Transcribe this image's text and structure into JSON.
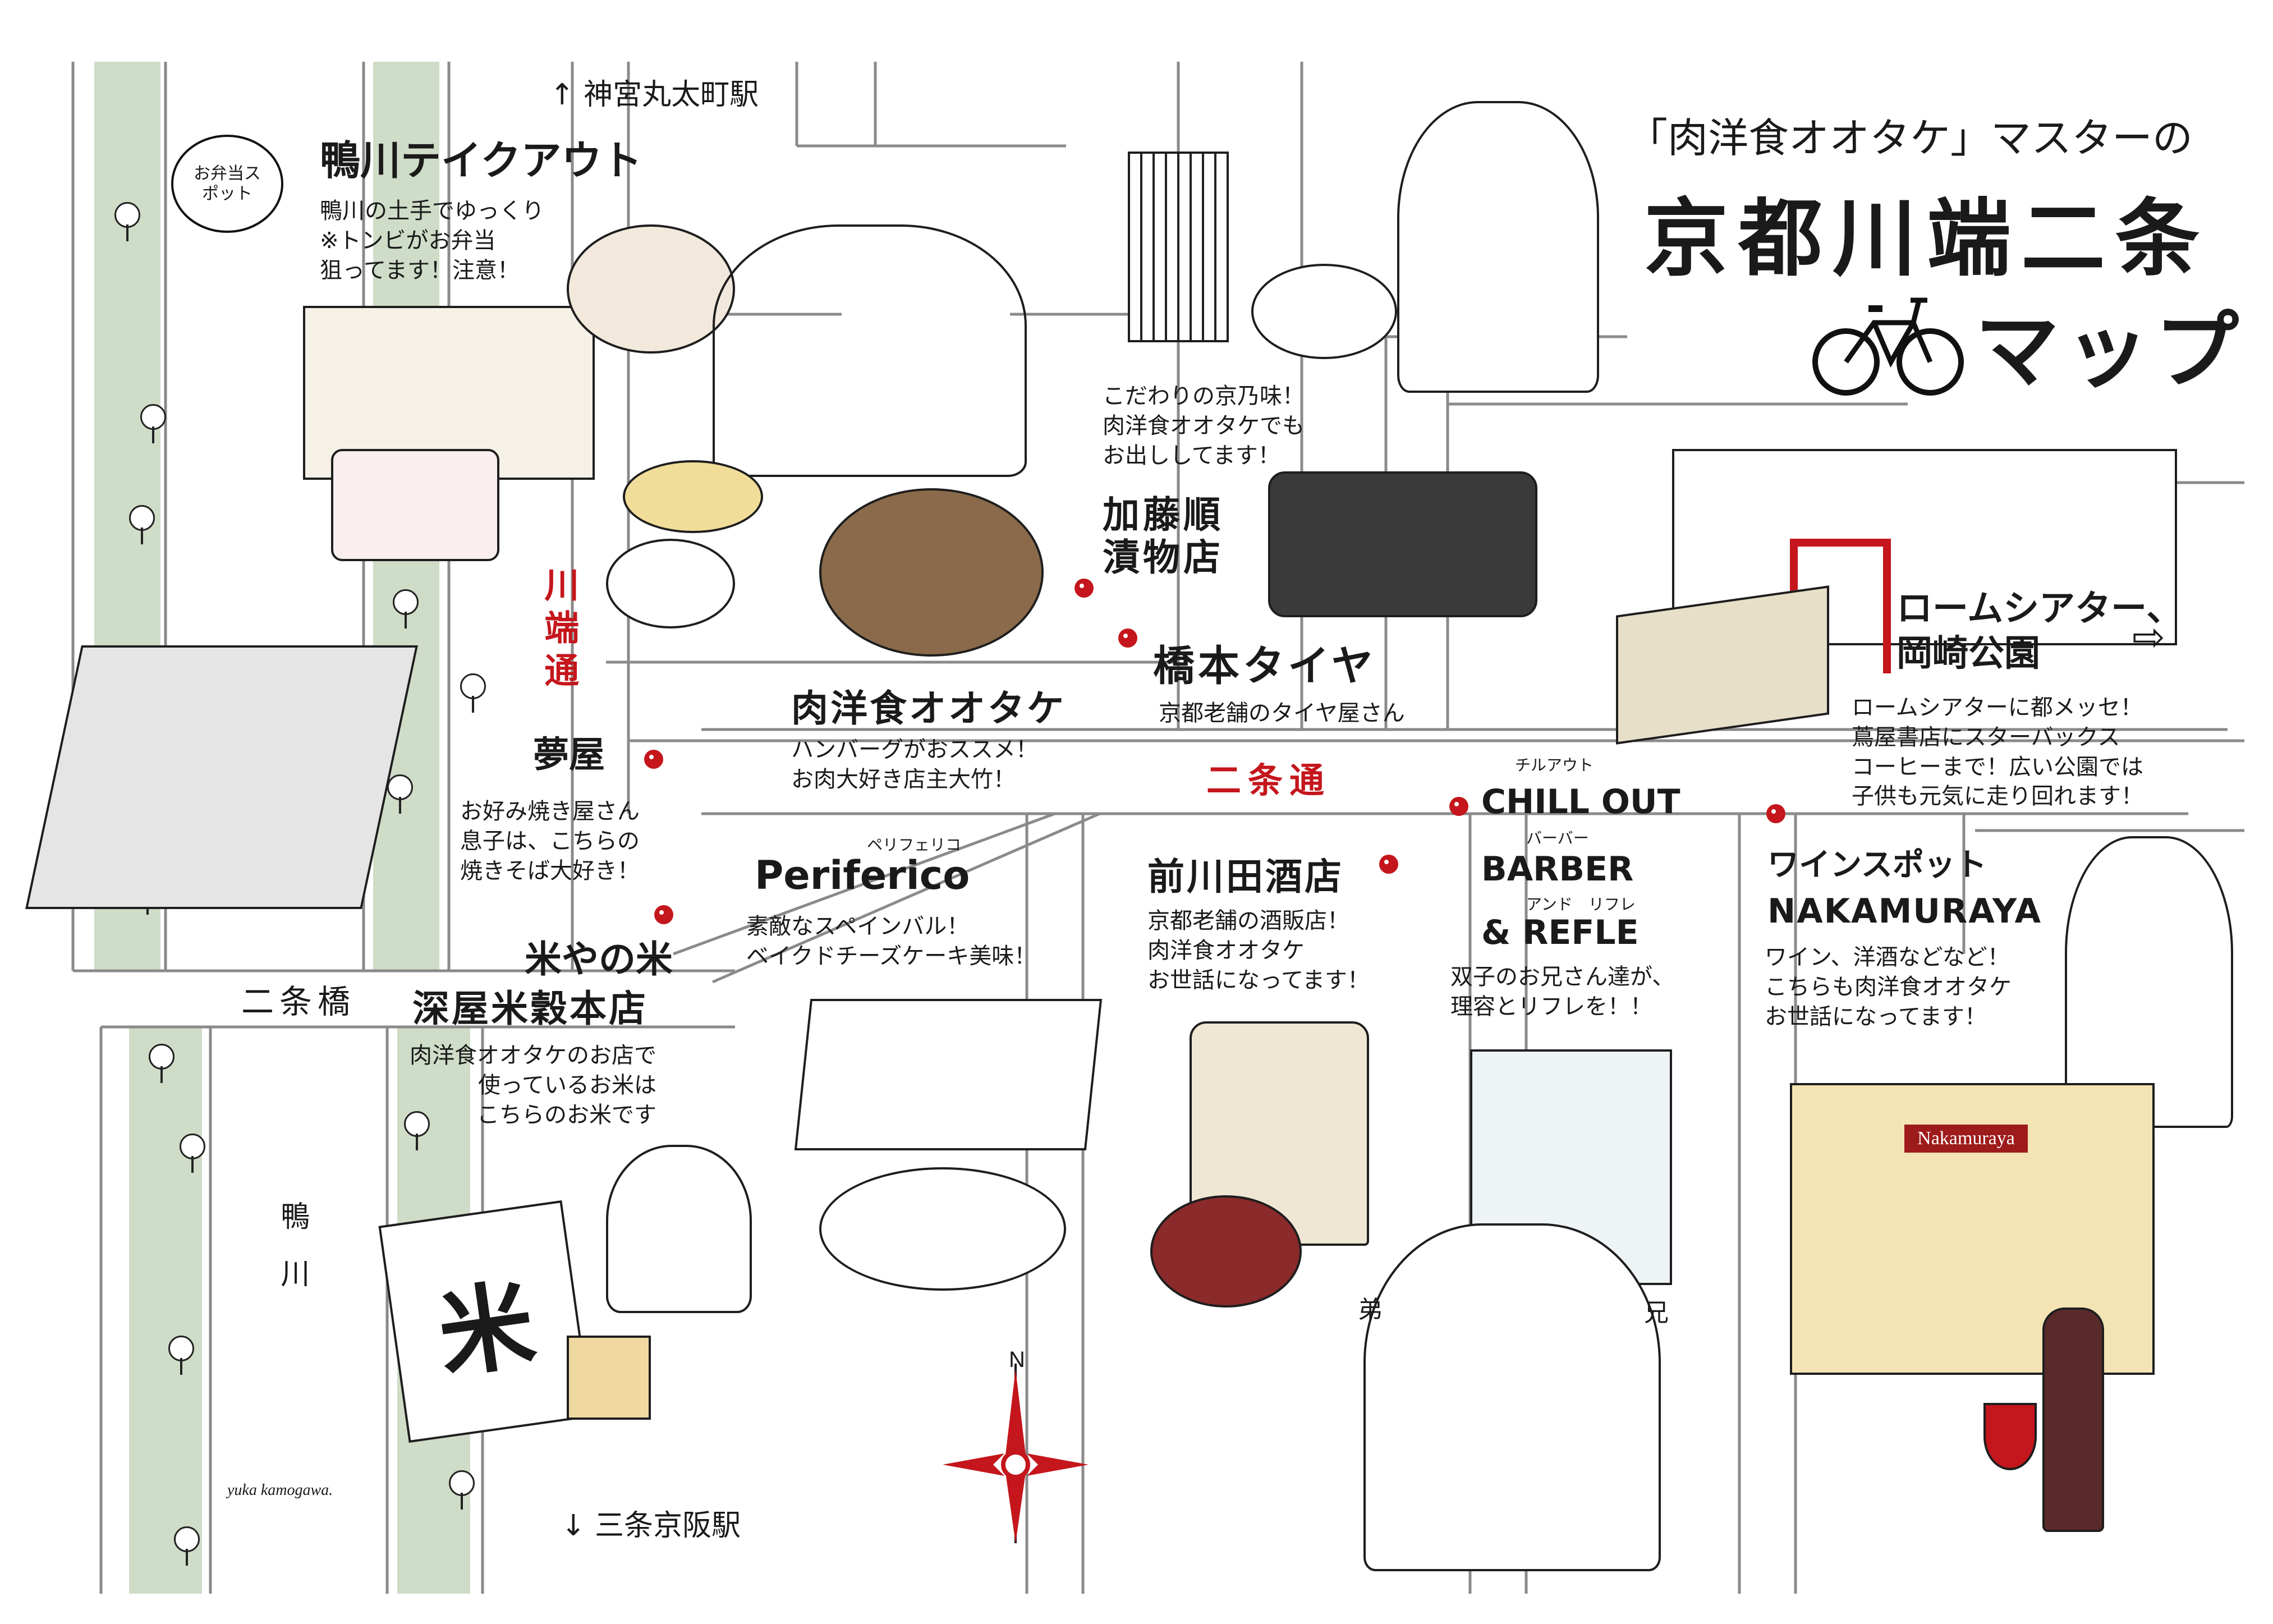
{
  "header": {
    "subtitle": "「肉洋食オオタケ」マスターの",
    "title": "京都川端二条",
    "title_sub": "マップ"
  },
  "streets": {
    "kawabata": "川端通",
    "nijo": "二条通",
    "nijo_bridge": "二条橋",
    "kamogawa": "鴨川"
  },
  "stations": {
    "north": "↑ 神宮丸太町駅",
    "south": "↓ 三条京阪駅"
  },
  "compass": {
    "north": "N"
  },
  "signature": "yuka kamogawa.",
  "spots": {
    "kamogawa_takeout": {
      "name": "鴨川テイクアウト",
      "badge": "お弁当スポット",
      "desc": "鴨川の土手でゆっくり\n※トンビがお弁当\n狙ってます！注意！"
    },
    "yumeya": {
      "name": "夢屋",
      "desc": "お好み焼き屋さん\n息子は、こちらの\n焼きそば大好き！"
    },
    "fukaya": {
      "name_top": "米やの米",
      "name": "深屋米穀本店",
      "desc": "肉洋食オオタケのお店で\n使っているお米は\nこちらのお米です",
      "bag_text": "米"
    },
    "ootake": {
      "name": "肉洋食オオタケ",
      "desc": "ハンバーグがおススメ！\nお肉大好き店主大竹！"
    },
    "periferico": {
      "ruby": "ペリフェリコ",
      "name": "Periferico",
      "desc": "素敵なスペインバル！\nベイクドチーズケーキ美味！"
    },
    "kato": {
      "name": "加藤順漬物店",
      "desc": "こだわりの京乃味！\n肉洋食オオタケでも\nお出ししてます！"
    },
    "hashimoto": {
      "name": "橋本タイヤ",
      "desc": "京都老舗のタイヤ屋さん"
    },
    "maekawada": {
      "name": "前川田酒店",
      "desc": "京都老舗の酒販店！\n肉洋食オオタケ\nお世話になってます！"
    },
    "chillout": {
      "ruby1": "チルアウト",
      "name1": "CHILL OUT",
      "ruby2": "バーバー",
      "name2": "BARBER",
      "ruby3": "アンド　リフレ",
      "name3": "& REFLE",
      "desc": "双子のお兄さん達が、\n理容とリフレを！！",
      "younger": "弟",
      "elder": "兄"
    },
    "rohm": {
      "name": "ロームシアター、\n岡崎公園",
      "arrow": "⇨",
      "desc": "ロームシアターに都メッセ！\n蔦屋書店にスターバックス\nコーヒーまで！広い公園では\n子供も元気に走り回れます！"
    },
    "nakamuraya": {
      "name1": "ワインスポット",
      "name2": "NAKAMURAYA",
      "desc": "ワイン、洋酒などなど！\nこちらも肉洋食オオタケ\nお世話になってます！",
      "sign": "Nakamuraya"
    }
  },
  "colors": {
    "river_green": "#cfdcc7",
    "accent_red": "#c4161c",
    "ink": "#1a1a1a",
    "gold": "#e9c77a"
  },
  "icons": [
    "bicycle-icon",
    "compass-icon",
    "tree-icon",
    "map-pin-icon"
  ]
}
